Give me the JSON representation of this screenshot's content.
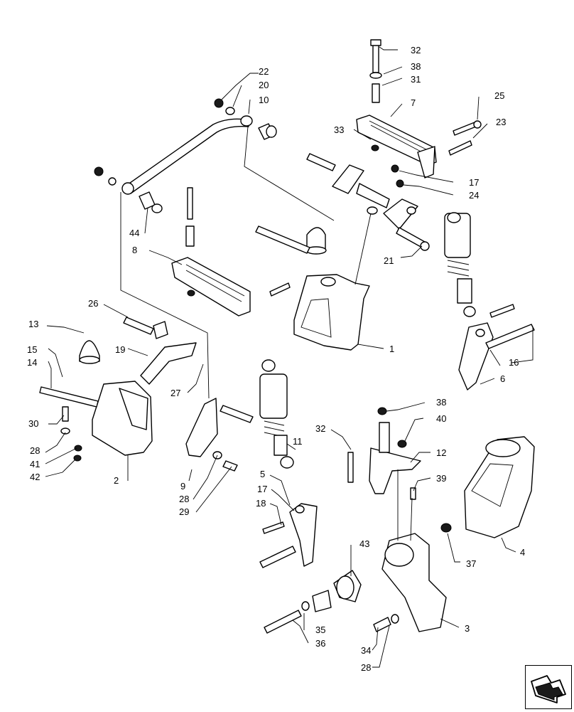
{
  "callouts": {
    "c1": "1",
    "c2": "2",
    "c3": "3",
    "c4": "4",
    "c5": "5",
    "c6": "6",
    "c7": "7",
    "c8": "8",
    "c9": "9",
    "c10": "10",
    "c11": "11",
    "c12": "12",
    "c13": "13",
    "c14": "14",
    "c15": "15",
    "c16": "16",
    "c17a": "17",
    "c17b": "17",
    "c18": "18",
    "c19": "19",
    "c20": "20",
    "c21": "21",
    "c22": "22",
    "c23": "23",
    "c24": "24",
    "c25": "25",
    "c26": "26",
    "c27": "27",
    "c28a": "28",
    "c28b": "28",
    "c28c": "28",
    "c29": "29",
    "c30": "30",
    "c31": "31",
    "c32a": "32",
    "c32b": "32",
    "c33": "33",
    "c34": "34",
    "c35": "35",
    "c36": "36",
    "c37": "37",
    "c38a": "38",
    "c38b": "38",
    "c39": "39",
    "c40": "40",
    "c41": "41",
    "c42": "42",
    "c43": "43",
    "c44": "44"
  },
  "navigation": {
    "icon": "next-page-arrow-icon"
  }
}
